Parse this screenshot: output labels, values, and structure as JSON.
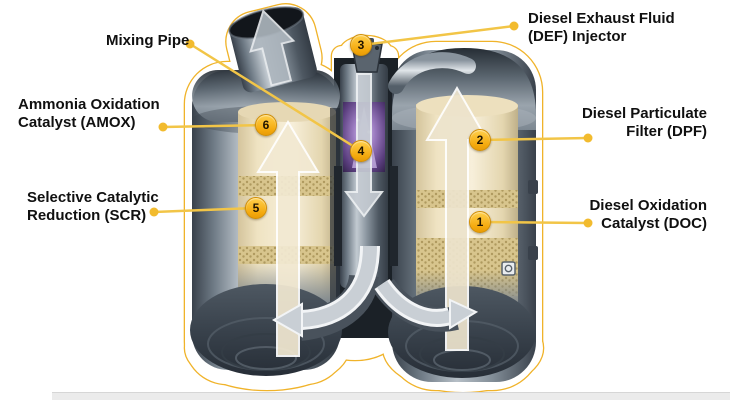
{
  "diagram": {
    "subject": "Diesel exhaust aftertreatment system cutaway",
    "flow_direction": "up through DOC/DPF, down mixing pipe, up through SCR/AMOX"
  },
  "labels": [
    {
      "id": "mixing-pipe",
      "line1": "Mixing Pipe",
      "line2": "",
      "marker": "4"
    },
    {
      "id": "def-injector",
      "line1": "Diesel Exhaust Fluid",
      "line2": "(DEF) Injector",
      "marker": "3"
    },
    {
      "id": "amox",
      "line1": "Ammonia Oxidation",
      "line2": "Catalyst (AMOX)",
      "marker": "6"
    },
    {
      "id": "scr",
      "line1": "Selective Catalytic",
      "line2": "Reduction (SCR)",
      "marker": "5"
    },
    {
      "id": "dpf",
      "line1": "Diesel Particulate",
      "line2": "Filter (DPF)",
      "marker": "2"
    },
    {
      "id": "doc",
      "line1": "Diesel Oxidation",
      "line2": "Catalyst (DOC)",
      "marker": "1"
    }
  ],
  "markers": [
    {
      "number": "1",
      "component": "Diesel Oxidation Catalyst (DOC)"
    },
    {
      "number": "2",
      "component": "Diesel Particulate Filter (DPF)"
    },
    {
      "number": "3",
      "component": "Diesel Exhaust Fluid (DEF) Injector"
    },
    {
      "number": "4",
      "component": "Mixing Pipe"
    },
    {
      "number": "5",
      "component": "Selective Catalytic Reduction (SCR)"
    },
    {
      "number": "6",
      "component": "Ammonia Oxidation Catalyst (AMOX)"
    }
  ],
  "colors": {
    "callout_line": "#F2C547",
    "callout_dot": "#F2BB2E",
    "marker_fill": "#F4A90D",
    "silhouette_outline": "#F0B32A",
    "label_text": "#101010"
  }
}
